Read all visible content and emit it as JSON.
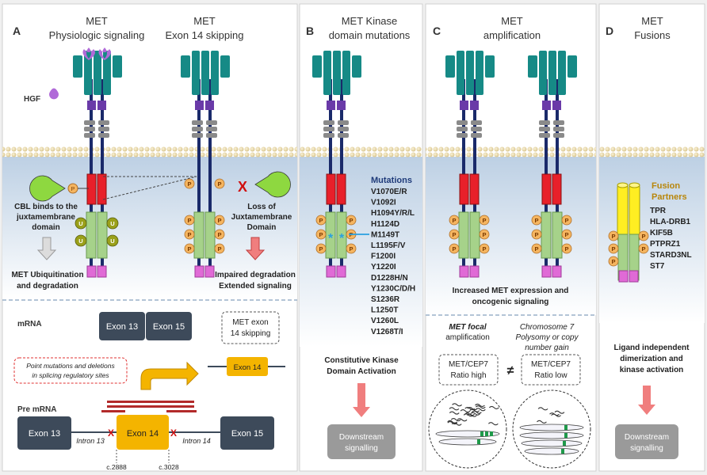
{
  "panels": {
    "A": {
      "letter": "A",
      "col1_title_1": "MET",
      "col1_title_2": "Physiologic signaling",
      "col2_title_1": "MET",
      "col2_title_2": "Exon 14 skipping",
      "hgf_label": "HGF",
      "cbl_text_1": "CBL binds to the",
      "cbl_text_2": "juxtamembrane",
      "cbl_text_3": "domain",
      "loss_text_1": "Loss of",
      "loss_text_2": "Juxtamembrane",
      "loss_text_3": "Domain",
      "ubiq_text_1": "MET Ubiquitination",
      "ubiq_text_2": "and degradation",
      "impaired_text_1": "Impaired degradation",
      "impaired_text_2": "Extended signaling",
      "mrna_label": "mRNA",
      "exon13": "Exon 13",
      "exon15": "Exon 15",
      "skip_box_1": "MET exon",
      "skip_box_2": "14 skipping",
      "exon14": "Exon 14",
      "point_mut_1": "Point mutations and deletions",
      "point_mut_2": "in splicing regulatory sites",
      "pre_mrna_label": "Pre mRNA",
      "intron13": "Intron 13",
      "intron14": "Intron 14",
      "c2888": "c.2888",
      "c3028": "c.3028",
      "cross": "X"
    },
    "B": {
      "letter": "B",
      "title_1": "MET Kinase",
      "title_2": "domain mutations",
      "mutations_title": "Mutations",
      "mutations": [
        "V1070E/R",
        "V1092I",
        "H1094Y/R/L",
        "H1124D",
        "M1149T",
        "L1195F/V",
        "F1200I",
        "Y1220I",
        "D1228H/N",
        "Y1230C/D/H",
        "S1236R",
        "L1250T",
        "V1260L",
        "V1268T/I"
      ],
      "activation_1": "Constitutive Kinase",
      "activation_2": "Domain Activation",
      "downstream_1": "Downstream",
      "downstream_2": "signalling",
      "asterisk": "*"
    },
    "C": {
      "letter": "C",
      "title_1": "MET",
      "title_2": "amplification",
      "increased_1": "Increased MET expression and",
      "increased_2": "oncogenic signaling",
      "focal_1": "MET focal",
      "focal_2": "amplification",
      "chrom_1": "Chromosome 7",
      "chrom_2": "Polysomy or copy",
      "chrom_3": "number gain",
      "ratio_high_1": "MET/CEP7",
      "ratio_high_2": "Ratio high",
      "ratio_low_1": "MET/CEP7",
      "ratio_low_2": "Ratio low",
      "neq": "≠"
    },
    "D": {
      "letter": "D",
      "title_1": "MET",
      "title_2": "Fusions",
      "fusion_title_1": "Fusion",
      "fusion_title_2": "Partners",
      "partners": [
        "TPR",
        "HLA-DRB1",
        "KIF5B",
        "PTPRZ1",
        "STARD3NL",
        "ST7"
      ],
      "ligand_1": "Ligand independent",
      "ligand_2": "dimerization and",
      "ligand_3": "kinase activation",
      "downstream_1": "Downstream",
      "downstream_2": "signalling"
    },
    "phospho": "P",
    "ubiquitin": "U"
  },
  "colors": {
    "sema": "#168a86",
    "psi": "#6a3aa8",
    "ipt": "#8a8a8a",
    "tm_juxta": "#e8202a",
    "kinase": "#a6d28a",
    "ctail": "#e06ad6",
    "phospho": "#f5b560",
    "ubiquitin": "#9aa01a",
    "hgf": "#b06ad8",
    "cbl": "#8ed840",
    "membrane": "#f2e6c2",
    "fusion": "#ffee22",
    "exon_dark": "#3d4a5a",
    "exon14": "#f4b400",
    "arrow_red": "#f07e7e",
    "fusion_text": "#b8860b",
    "mutations_title": "#1f3b7a"
  }
}
